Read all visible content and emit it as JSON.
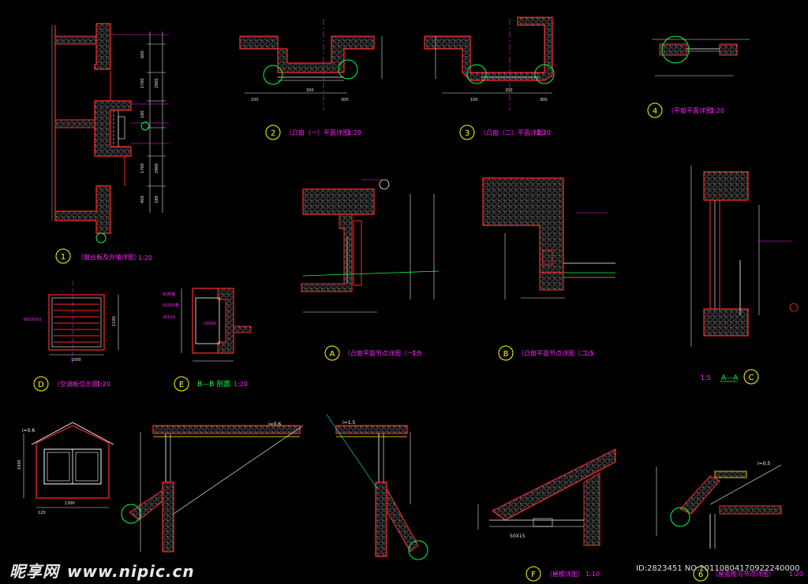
{
  "colors": {
    "background": "#000000",
    "wall_outline": "#ff2a2a",
    "hatch": "#bbbbbb",
    "dimension": "#e6e6e6",
    "annotation": "#ff22ff",
    "leader": "#00ffff",
    "label": "#ffff00",
    "detail_circle": "#00ff40",
    "frame": "#ffff00"
  },
  "details": [
    {
      "id": "1",
      "title": "（窗台板及外墙详图）",
      "scale": "1:20"
    },
    {
      "id": "2",
      "title": "（凸窗（一）平面详图）",
      "scale": "1:20"
    },
    {
      "id": "3",
      "title": "（凸窗（二）平面详图）",
      "scale": "1:20"
    },
    {
      "id": "4",
      "title": "（平窗平面详图）",
      "scale": "1:20"
    },
    {
      "id": "A",
      "title": "（凸窗平面节点详图（一））",
      "scale": "1:5"
    },
    {
      "id": "B",
      "title": "（凸窗平面节点详图（二））",
      "scale": "1:5"
    },
    {
      "id": "C",
      "title": "A—A",
      "scale": "1:5"
    },
    {
      "id": "D",
      "title": "（空调板位示意）",
      "scale": "1:20"
    },
    {
      "id": "E",
      "title": "B—B 剖面",
      "scale": "1:20"
    },
    {
      "id": "F",
      "title": "（屋檐详图）",
      "scale": "1:10"
    },
    {
      "id": "6",
      "title": "（屋面檐沟节点详图）",
      "scale": "1:20"
    }
  ],
  "slopes": {
    "left": "i=0.6",
    "right": "i=1.5",
    "detail6": "i=0.5"
  },
  "dimension_labels": {
    "d1": [
      "600",
      "1700",
      "2900",
      "180",
      "1700",
      "2900",
      "400",
      "180"
    ],
    "d2": [
      "100",
      "200",
      "300"
    ],
    "d3": [
      "100",
      "200",
      "300"
    ],
    "dD": [
      "600X550",
      "1000",
      "1100"
    ],
    "dE": [
      "95厚板",
      "50X50角",
      "20X10",
      "L50X5"
    ],
    "dF": [
      "50X15"
    ],
    "dormer": [
      "1000",
      "1300",
      "120"
    ]
  },
  "watermark": {
    "brand": "昵享网",
    "url": "www.nipic.cn"
  },
  "image_id": "ID:2823451 NO:20110804170922240000"
}
